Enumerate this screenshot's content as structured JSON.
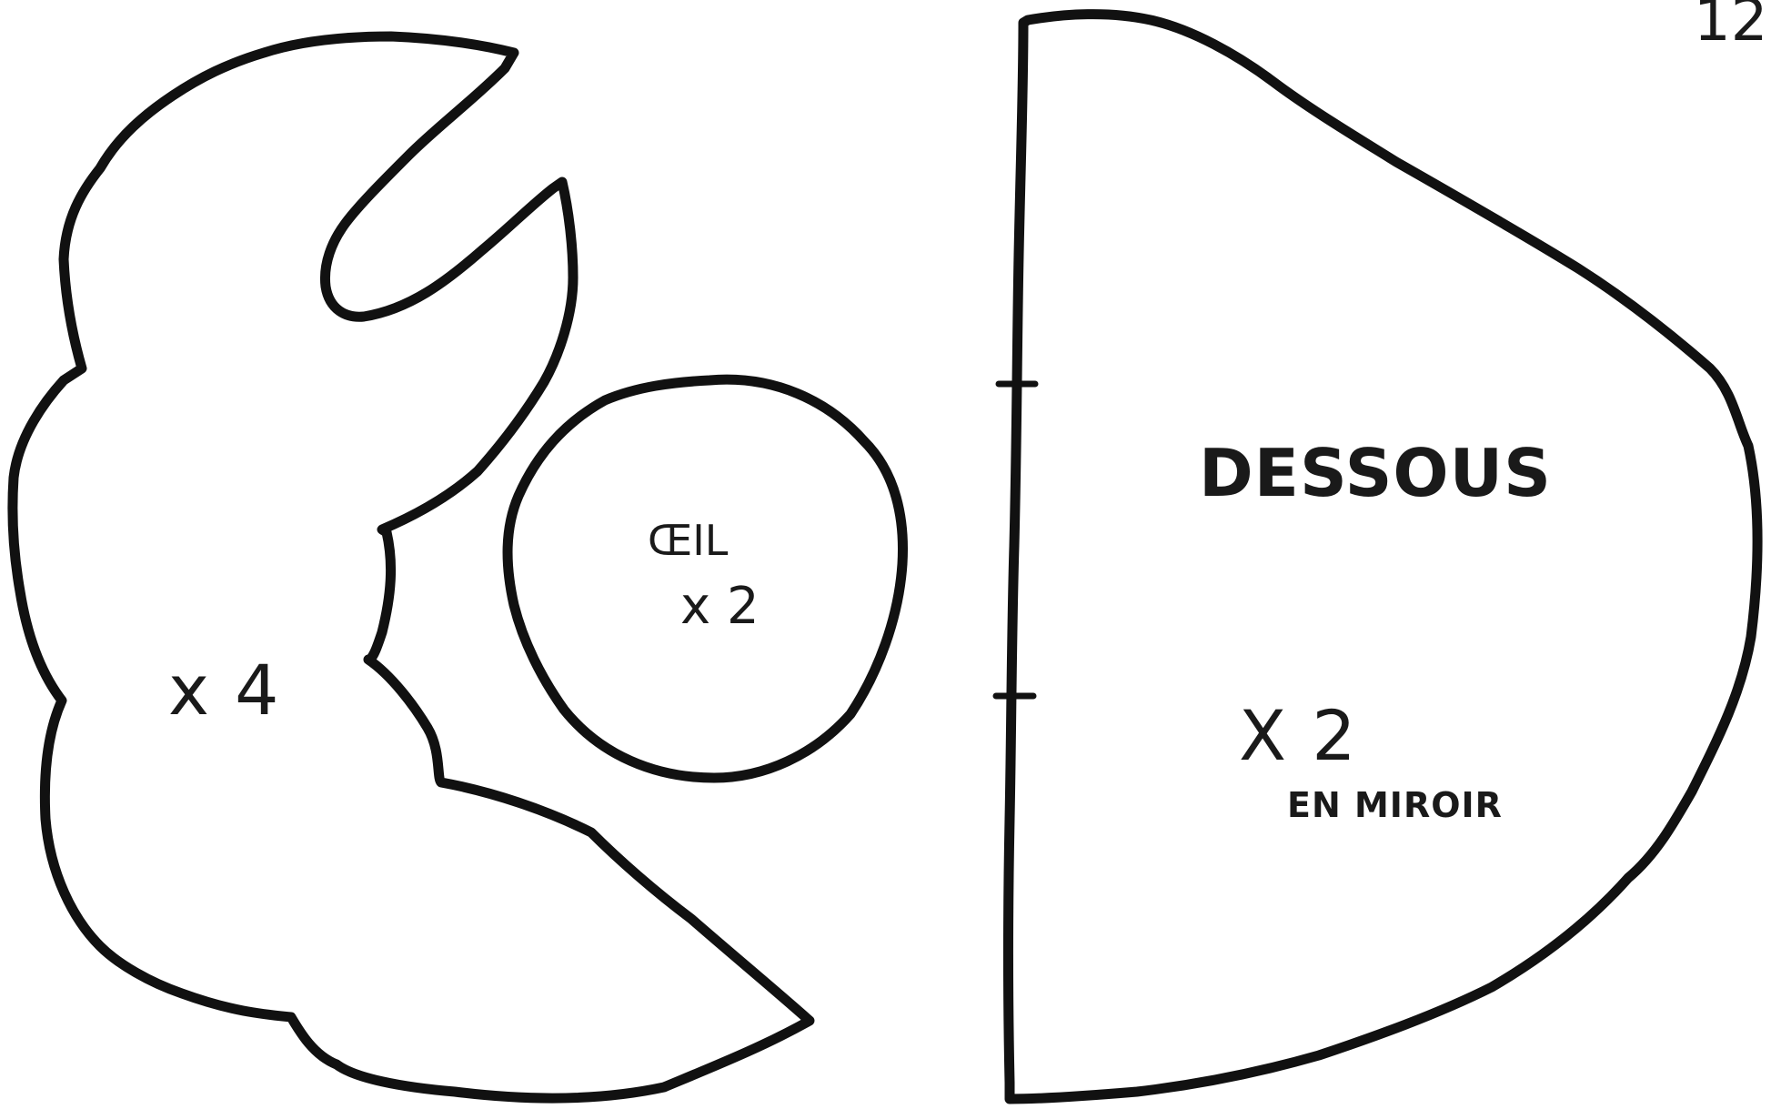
{
  "page_number": "12",
  "pieces": {
    "body_piece": {
      "quantity": "x 4"
    },
    "eye_piece": {
      "name": "ŒIL",
      "quantity": "x 2"
    },
    "underside_piece": {
      "name": "DESSOUS",
      "quantity": "X 2",
      "note": "EN MIROIR"
    }
  }
}
